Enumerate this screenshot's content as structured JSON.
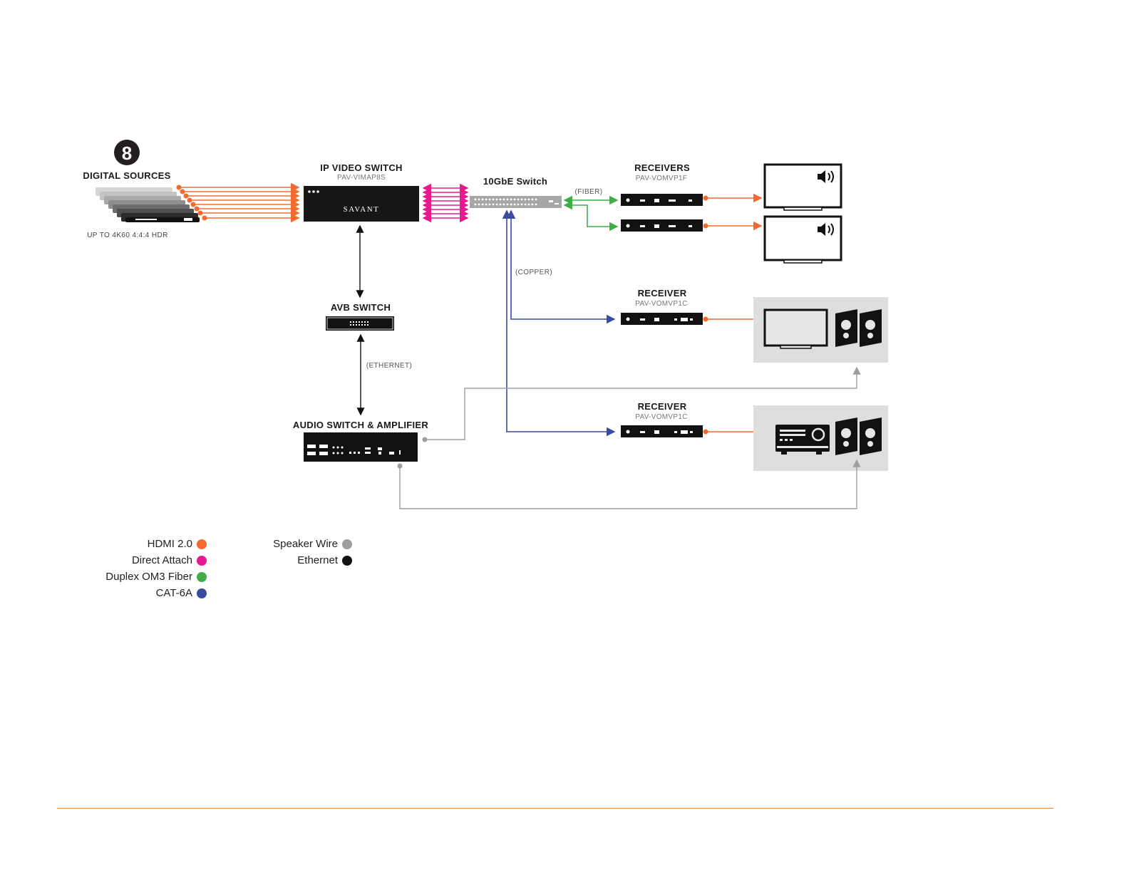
{
  "colors": {
    "hdmi": "#f26a30",
    "direct_attach": "#e6198f",
    "fiber": "#3fae49",
    "cat6a": "#3a4ba0",
    "speaker_wire": "#9e9e9e",
    "ethernet": "#111111",
    "rule": "#e08a3c"
  },
  "sources": {
    "count": "8",
    "title": "DIGITAL SOURCES",
    "caption": "UP TO 4K60 4:4:4 HDR"
  },
  "ip_video_switch": {
    "title": "IP VIDEO SWITCH",
    "model": "PAV-VIMAP8S",
    "brand": "SAVANT"
  },
  "network_switch": {
    "title": "10GbE Switch"
  },
  "receivers_fiber": {
    "title": "RECEIVERS",
    "model": "PAV-VOMVP1F"
  },
  "receiver_copper_1": {
    "title": "RECEIVER",
    "model": "PAV-VOMVP1C"
  },
  "receiver_copper_2": {
    "title": "RECEIVER",
    "model": "PAV-VOMVP1C"
  },
  "avb_switch": {
    "title": "AVB SWITCH"
  },
  "audio_switch": {
    "title": "AUDIO SWITCH & AMPLIFIER"
  },
  "link_notes": {
    "fiber": "(FIBER)",
    "copper": "(COPPER)",
    "ethernet": "(ETHERNET)"
  },
  "legend": {
    "left": [
      {
        "label": "HDMI 2.0",
        "color": "#f26a30"
      },
      {
        "label": "Direct Attach",
        "color": "#e6198f"
      },
      {
        "label": "Duplex OM3 Fiber",
        "color": "#3fae49"
      },
      {
        "label": "CAT-6A",
        "color": "#3a4ba0"
      }
    ],
    "right": [
      {
        "label": "Speaker Wire",
        "color": "#9e9e9e"
      },
      {
        "label": "Ethernet",
        "color": "#111111"
      }
    ]
  },
  "icons": [
    "speaker-volume-icon",
    "tv-icon",
    "loudspeaker-icon",
    "av-receiver-icon",
    "source-device-icon"
  ]
}
